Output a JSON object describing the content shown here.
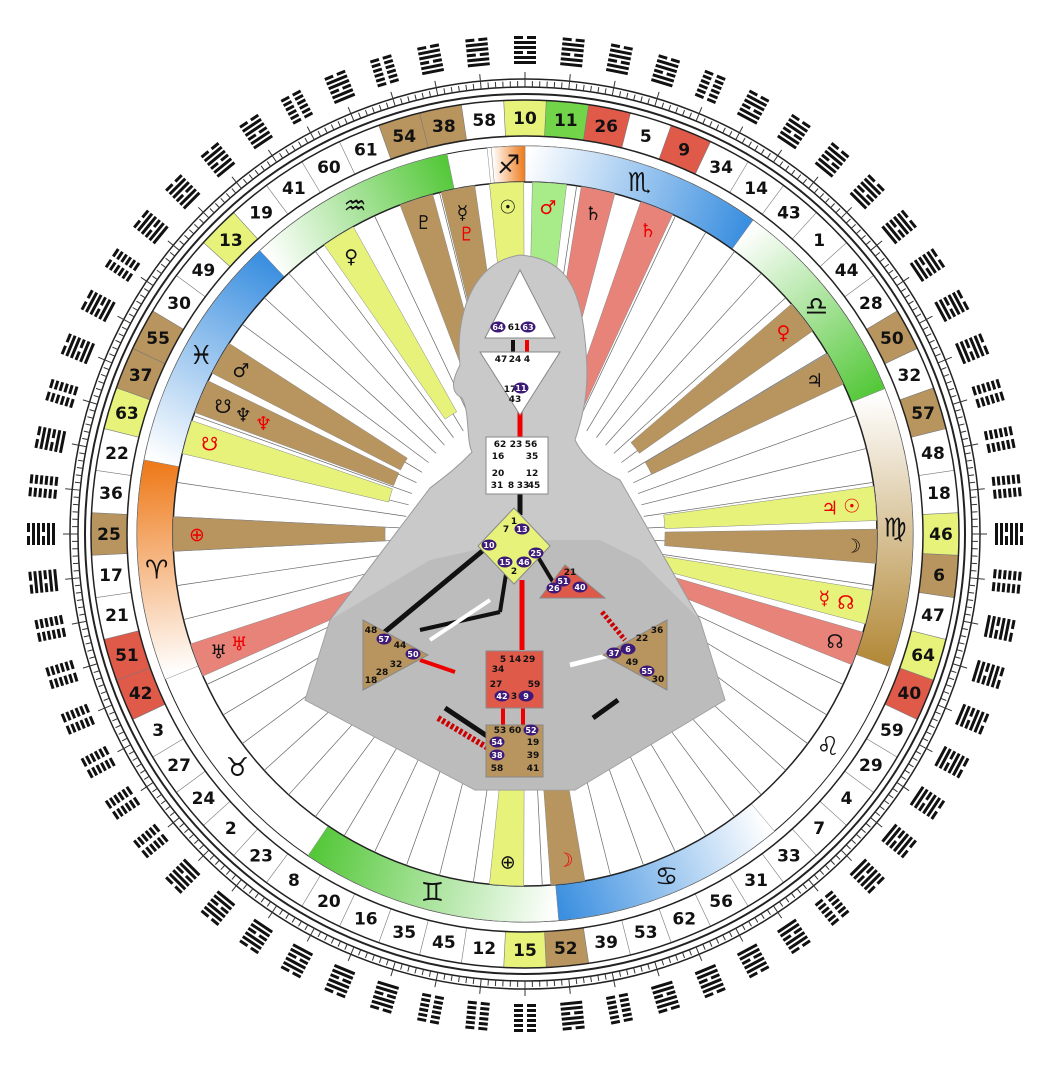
{
  "gate_ring": [
    {
      "gate": "10",
      "color": "#e6f27a"
    },
    {
      "gate": "11",
      "color": "#72d448"
    },
    {
      "gate": "26",
      "color": "#e05a4a"
    },
    {
      "gate": "5",
      "color": ""
    },
    {
      "gate": "9",
      "color": "#e05a4a"
    },
    {
      "gate": "34",
      "color": ""
    },
    {
      "gate": "14",
      "color": ""
    },
    {
      "gate": "43",
      "color": ""
    },
    {
      "gate": "1",
      "color": ""
    },
    {
      "gate": "44",
      "color": ""
    },
    {
      "gate": "28",
      "color": ""
    },
    {
      "gate": "50",
      "color": "#b8955e"
    },
    {
      "gate": "32",
      "color": ""
    },
    {
      "gate": "57",
      "color": "#b8955e"
    },
    {
      "gate": "48",
      "color": ""
    },
    {
      "gate": "18",
      "color": ""
    },
    {
      "gate": "46",
      "color": "#e6f27a"
    },
    {
      "gate": "6",
      "color": "#b8955e"
    },
    {
      "gate": "47",
      "color": ""
    },
    {
      "gate": "64",
      "color": "#e6f27a"
    },
    {
      "gate": "40",
      "color": "#e05a4a"
    },
    {
      "gate": "59",
      "color": ""
    },
    {
      "gate": "29",
      "color": ""
    },
    {
      "gate": "4",
      "color": ""
    },
    {
      "gate": "7",
      "color": ""
    },
    {
      "gate": "33",
      "color": ""
    },
    {
      "gate": "31",
      "color": ""
    },
    {
      "gate": "56",
      "color": ""
    },
    {
      "gate": "62",
      "color": ""
    },
    {
      "gate": "53",
      "color": ""
    },
    {
      "gate": "39",
      "color": ""
    },
    {
      "gate": "52",
      "color": "#b8955e"
    },
    {
      "gate": "15",
      "color": "#e6f27a"
    },
    {
      "gate": "12",
      "color": ""
    },
    {
      "gate": "45",
      "color": ""
    },
    {
      "gate": "35",
      "color": ""
    },
    {
      "gate": "16",
      "color": ""
    },
    {
      "gate": "20",
      "color": ""
    },
    {
      "gate": "8",
      "color": ""
    },
    {
      "gate": "23",
      "color": ""
    },
    {
      "gate": "2",
      "color": ""
    },
    {
      "gate": "24",
      "color": ""
    },
    {
      "gate": "27",
      "color": ""
    },
    {
      "gate": "3",
      "color": ""
    },
    {
      "gate": "42",
      "color": "#e05a4a"
    },
    {
      "gate": "51",
      "color": "#e05a4a"
    },
    {
      "gate": "21",
      "color": ""
    },
    {
      "gate": "17",
      "color": ""
    },
    {
      "gate": "25",
      "color": "#b8955e"
    },
    {
      "gate": "36",
      "color": ""
    },
    {
      "gate": "22",
      "color": ""
    },
    {
      "gate": "63",
      "color": "#e6f27a"
    },
    {
      "gate": "37",
      "color": "#b8955e"
    },
    {
      "gate": "55",
      "color": "#b8955e"
    },
    {
      "gate": "30",
      "color": ""
    },
    {
      "gate": "49",
      "color": ""
    },
    {
      "gate": "13",
      "color": "#e6f27a"
    },
    {
      "gate": "19",
      "color": ""
    },
    {
      "gate": "41",
      "color": ""
    },
    {
      "gate": "60",
      "color": ""
    },
    {
      "gate": "61",
      "color": ""
    },
    {
      "gate": "54",
      "color": "#b8955e"
    },
    {
      "gate": "38",
      "color": "#b8955e"
    },
    {
      "gate": "58",
      "color": ""
    }
  ],
  "zodiac": [
    {
      "glyph": "♑",
      "start": -95.6,
      "end": -73.6,
      "color": "#b38a3a"
    },
    {
      "glyph": "♒",
      "start": -133.1,
      "end": -101.6,
      "color": "#55c83a"
    },
    {
      "glyph": "♓",
      "start": -169.0,
      "end": -133.1,
      "color": "#3b8fe0"
    },
    {
      "glyph": "♈",
      "start": -202.0,
      "end": -169.0,
      "color": "#ee7a1a"
    },
    {
      "glyph": "♉",
      "start": -236.0,
      "end": -202.0,
      "color": ""
    },
    {
      "glyph": "♊",
      "start": -275.0,
      "end": -236.0,
      "color": "#55c83a"
    },
    {
      "glyph": "♋",
      "start": -310.0,
      "end": -275.0,
      "color": "#3b8fe0"
    },
    {
      "glyph": "♌",
      "start": -340.0,
      "end": -310.0,
      "color": ""
    },
    {
      "glyph": "♍",
      "start": -382.0,
      "end": -340.0,
      "color": "#b38a3a"
    },
    {
      "glyph": "♎",
      "start": -414.0,
      "end": -382.0,
      "color": "#55c83a"
    },
    {
      "glyph": "♏",
      "start": -450.0,
      "end": -414.0,
      "color": "#3b8fe0"
    },
    {
      "glyph": "♐",
      "start": -455.0,
      "end": -450.0,
      "color": "#ee7a1a"
    }
  ],
  "rays": [
    {
      "angle": -108,
      "color": "#b8955e",
      "labels": [
        {
          "t": "♇",
          "c": "#111"
        }
      ]
    },
    {
      "angle": -101,
      "color": "#b8955e",
      "labels": [
        {
          "t": "☿",
          "c": "#111"
        },
        {
          "t": "♇",
          "c": "#e00"
        }
      ]
    },
    {
      "angle": -93,
      "color": "#e6f27a",
      "labels": [
        {
          "t": "☉",
          "c": "#111"
        }
      ]
    },
    {
      "angle": -86,
      "color": "#a8ec8a",
      "labels": [
        {
          "t": "♂",
          "c": "#e00"
        }
      ]
    },
    {
      "angle": -78,
      "color": "#e8837a",
      "labels": [
        {
          "t": "♄",
          "c": "#111"
        }
      ]
    },
    {
      "angle": -68,
      "color": "#e8837a",
      "labels": [
        {
          "t": "♄",
          "c": "#e00"
        }
      ]
    },
    {
      "angle": -38,
      "color": "#b8955e",
      "labels": [
        {
          "t": "♀",
          "c": "#e00"
        }
      ]
    },
    {
      "angle": -28,
      "color": "#b8955e",
      "labels": [
        {
          "t": "♃",
          "c": "#111"
        }
      ]
    },
    {
      "angle": -5,
      "color": "#e6f27a",
      "labels": [
        {
          "t": "☉",
          "c": "#e00"
        },
        {
          "t": "♃",
          "c": "#e00"
        }
      ]
    },
    {
      "angle": 2,
      "color": "#b8955e",
      "labels": [
        {
          "t": "☽",
          "c": "#111"
        }
      ]
    },
    {
      "angle": 12,
      "color": "#e6f27a",
      "labels": [
        {
          "t": "☊",
          "c": "#e00"
        },
        {
          "t": "☿",
          "c": "#e00"
        }
      ]
    },
    {
      "angle": 19,
      "color": "#e8837a",
      "labels": [
        {
          "t": "☊",
          "c": "#111"
        }
      ]
    },
    {
      "angle": 83,
      "color": "#b8955e",
      "labels": [
        {
          "t": "☽",
          "c": "#e00"
        }
      ]
    },
    {
      "angle": 93,
      "color": "#e6f27a",
      "labels": [
        {
          "t": "⊕",
          "c": "#111"
        }
      ]
    },
    {
      "angle": 159,
      "color": "#e8837a",
      "labels": [
        {
          "t": "♅",
          "c": "#111"
        },
        {
          "t": "♅",
          "c": "#e00"
        }
      ]
    },
    {
      "angle": 180,
      "color": "#b8955e",
      "labels": [
        {
          "t": "⊕",
          "c": "#e00"
        }
      ]
    },
    {
      "angle": 196,
      "color": "#e6f27a",
      "labels": [
        {
          "t": "☋",
          "c": "#e00"
        }
      ]
    },
    {
      "angle": 203,
      "color": "#b8955e",
      "labels": [
        {
          "t": "☋",
          "c": "#111"
        },
        {
          "t": "♆",
          "c": "#111"
        },
        {
          "t": "♆",
          "c": "#e00"
        }
      ]
    },
    {
      "angle": 210,
      "color": "#b8955e",
      "labels": [
        {
          "t": "♂",
          "c": "#111"
        }
      ]
    },
    {
      "angle": 238,
      "color": "#e6f27a",
      "labels": [
        {
          "t": "♀",
          "c": "#111"
        }
      ]
    }
  ],
  "centers": {
    "head": {
      "gates": [
        "64",
        "61",
        "63"
      ],
      "color": "#ffffff"
    },
    "ajna": {
      "gates": [
        "47",
        "24",
        "4",
        "17",
        "11",
        "43"
      ],
      "color": "#ffffff"
    },
    "throat": {
      "gates": [
        "62",
        "23",
        "56",
        "16",
        "35",
        "20",
        "12",
        "31",
        "8",
        "33",
        "45"
      ],
      "color": "#ffffff"
    },
    "g": {
      "gates": [
        "1",
        "13",
        "7",
        "10",
        "25",
        "15",
        "46",
        "2"
      ],
      "color": "#e6f27a"
    },
    "heart": {
      "gates": [
        "21",
        "51",
        "26",
        "40"
      ],
      "color": "#e05a4a"
    },
    "spleen": {
      "gates": [
        "48",
        "57",
        "44",
        "50",
        "32",
        "28",
        "18"
      ],
      "color": "#b8955e"
    },
    "sacral": {
      "gates": [
        "5",
        "14",
        "29",
        "34",
        "27",
        "42",
        "3",
        "9",
        "59"
      ],
      "color": "#e05a4a"
    },
    "solar": {
      "gates": [
        "36",
        "22",
        "6",
        "37",
        "49",
        "55",
        "30"
      ],
      "color": "#b8955e"
    },
    "root": {
      "gates": [
        "53",
        "60",
        "52",
        "54",
        "19",
        "38",
        "39",
        "58",
        "41"
      ],
      "color": "#b8955e"
    }
  },
  "bodygraph_label": ""
}
